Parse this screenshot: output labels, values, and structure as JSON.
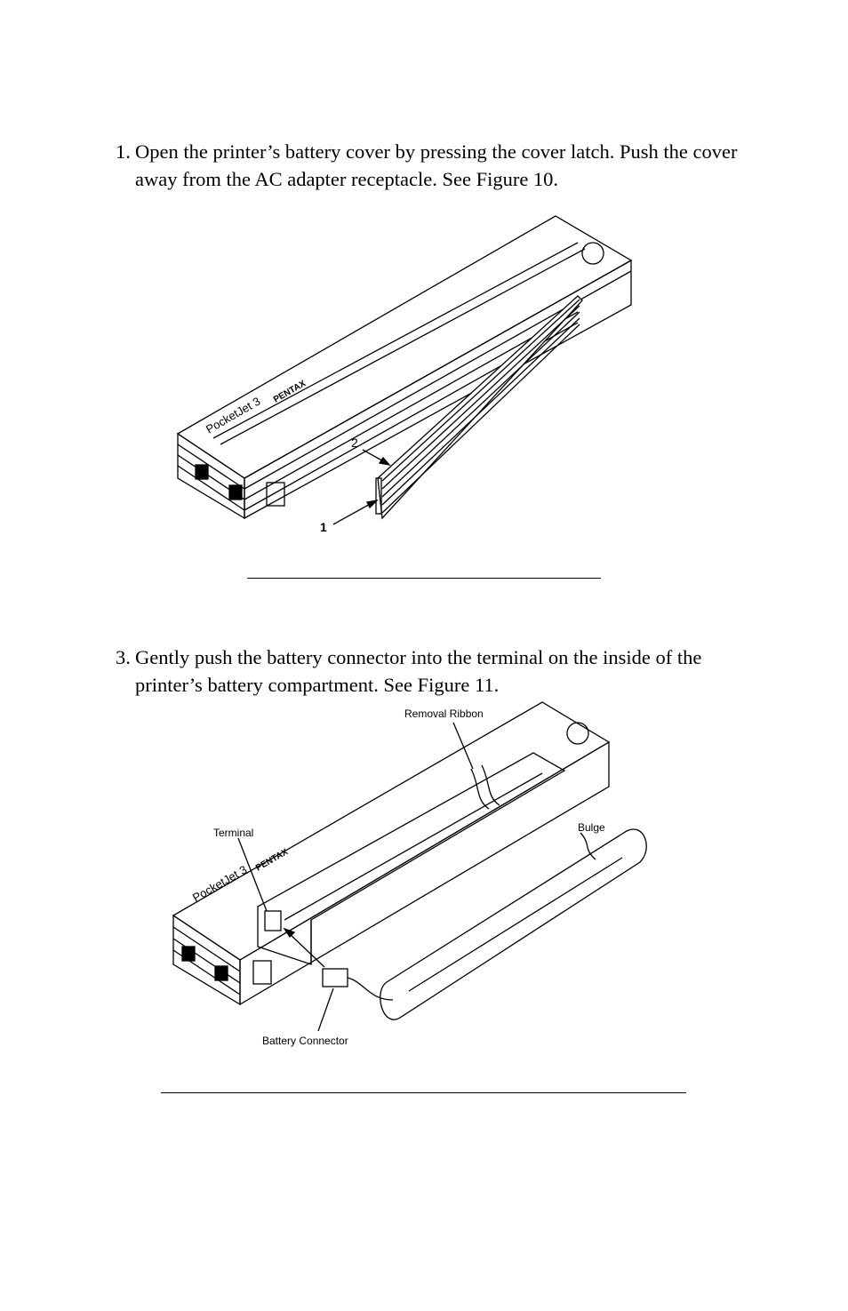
{
  "step1": {
    "number": "1.",
    "text": "Open the printer’s battery cover by pressing the cover latch. Push the cover away from the AC adapter receptacle.  See Figure 10."
  },
  "figure10": {
    "callout_1": "1",
    "callout_2": "2",
    "brand": "PENTAX",
    "model": "PocketJet 3"
  },
  "step3": {
    "number": "3.",
    "text": "Gently push the battery connector into the terminal on the inside of the printer’s battery compartment.  See Figure 11."
  },
  "figure11": {
    "label_removal_ribbon": "Removal Ribbon",
    "label_terminal": "Terminal",
    "label_bulge": "Bulge",
    "label_battery_connector": "Battery Connector",
    "brand": "PENTAX",
    "model": "PocketJet 3"
  }
}
